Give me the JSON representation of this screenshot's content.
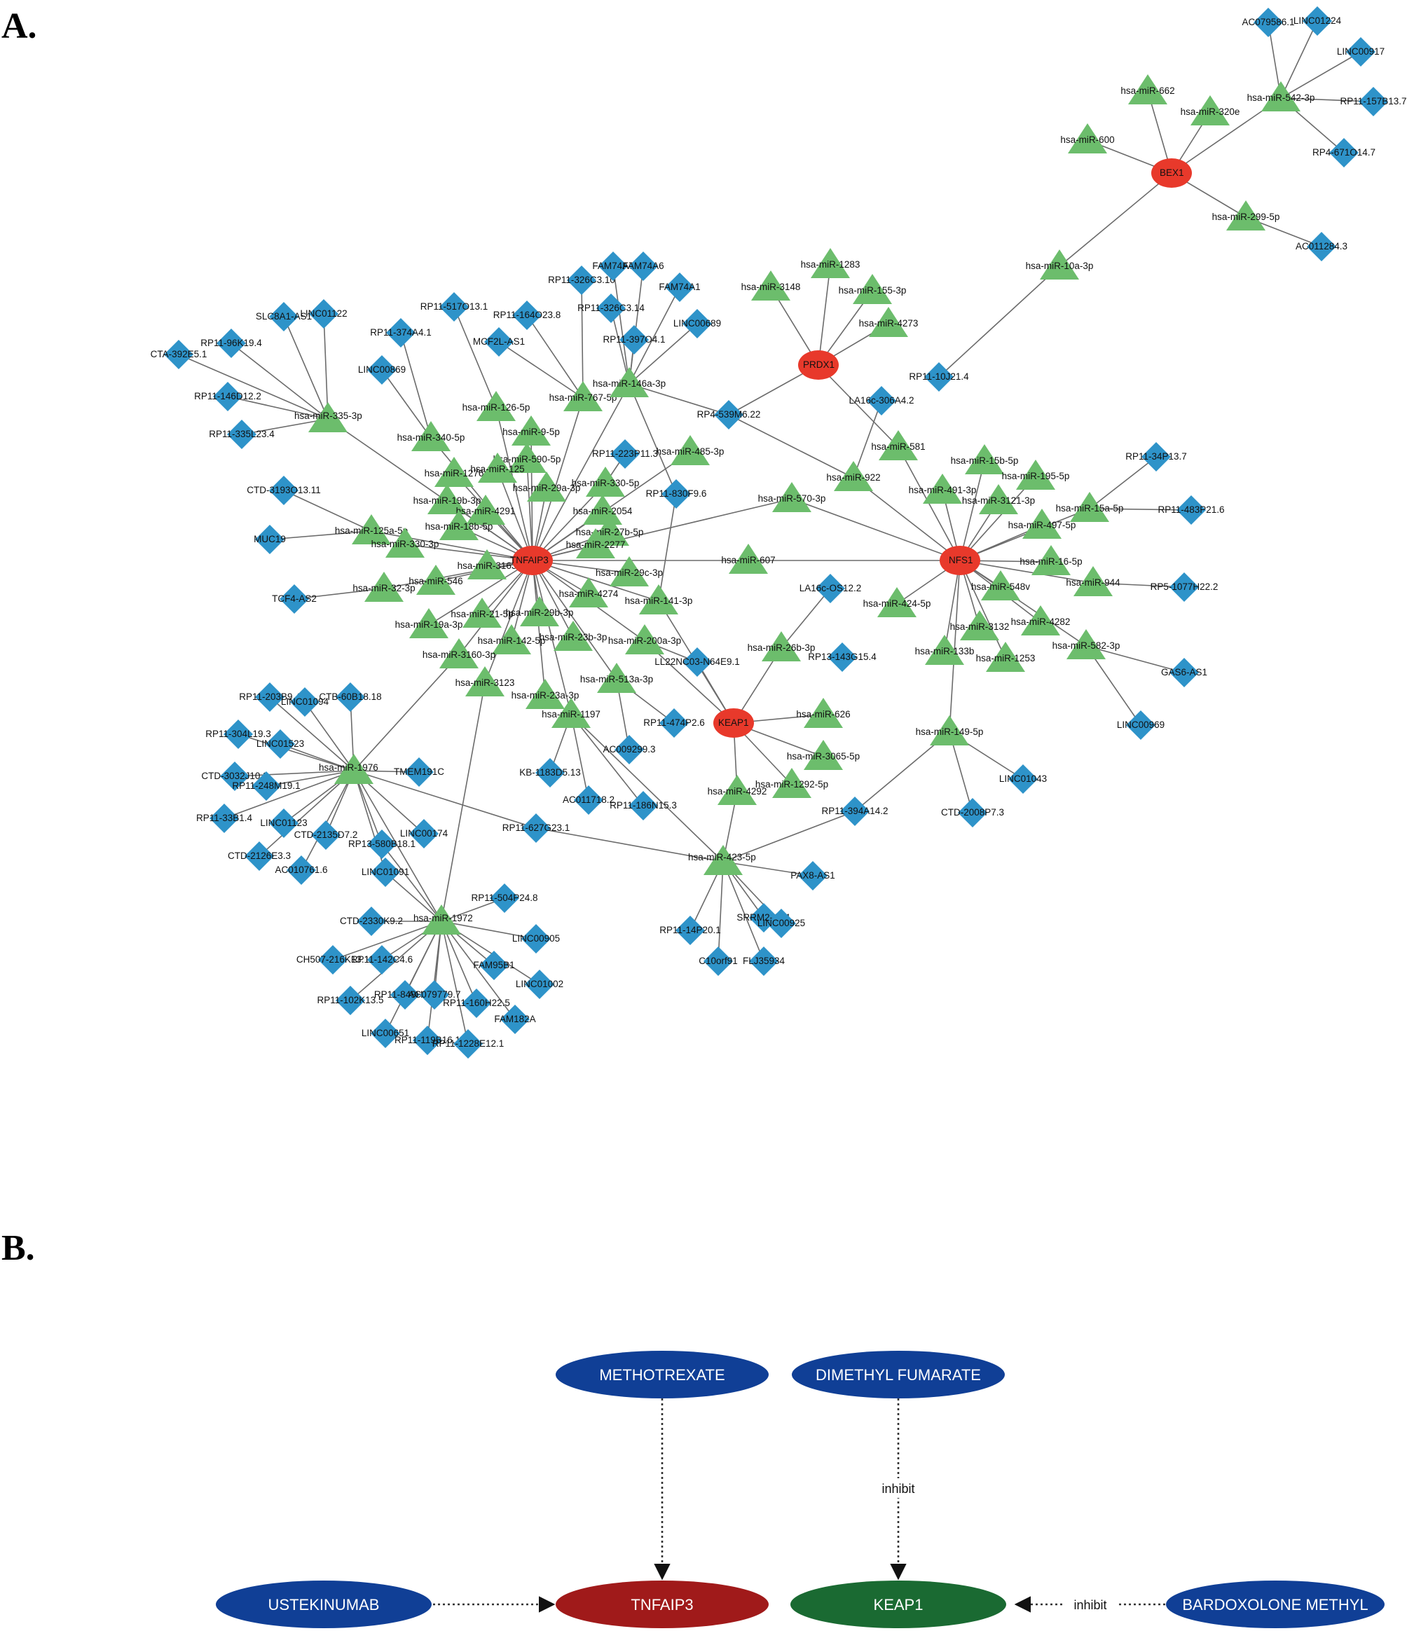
{
  "panel_a_label": "A.",
  "panel_b_label": "B.",
  "colors": {
    "hub": "#e8392b",
    "mirna": "#6cbd6c",
    "lncrna": "#2e93c9",
    "edge": "#6b6b6b",
    "drug": "#103f96",
    "tnfaip3_box": "#a01a1a",
    "keap1_box": "#1a6a32"
  },
  "network": {
    "hubs": [
      "TNFAIP3",
      "NFS1",
      "KEAP1",
      "PRDX1",
      "BEX1"
    ],
    "mirnas": [
      "hsa-miR-662",
      "hsa-miR-320e",
      "hsa-miR-542-3p",
      "hsa-miR-600",
      "hsa-miR-299-5p",
      "hsa-miR-10a-3p",
      "hsa-miR-1283",
      "hsa-miR-3148",
      "hsa-miR-155-3p",
      "hsa-miR-4273",
      "hsa-miR-335-3p",
      "hsa-miR-340-5p",
      "hsa-miR-126-5p",
      "hsa-miR-767-5p",
      "hsa-miR-146a-3p",
      "hsa-miR-9-5p",
      "hsa-miR-485-3p",
      "hsa-miR-590-5p",
      "hsa-miR-1276",
      "hsa-miR-125",
      "hsa-miR-29a-3p",
      "hsa-miR-330-5p",
      "hsa-miR-19b-3p",
      "hsa-miR-4291",
      "hsa-miR-2054",
      "hsa-miR-125a-5p",
      "hsa-miR-18b-5p",
      "hsa-miR-27b-5p",
      "hsa-miR-330-3p",
      "hsa-miR-2277",
      "hsa-miR-3163",
      "hsa-miR-546",
      "hsa-miR-29c-3p",
      "hsa-miR-32-3p",
      "hsa-miR-4274",
      "hsa-miR-141-3p",
      "hsa-miR-21-5p",
      "hsa-miR-19a-3p",
      "hsa-miR-29b-3p",
      "hsa-miR-142-5p",
      "hsa-miR-23b-3p",
      "hsa-miR-200a-3p",
      "hsa-miR-3160-3p",
      "hsa-miR-3123",
      "hsa-miR-23a-3p",
      "hsa-miR-513a-3p",
      "hsa-miR-1197",
      "hsa-miR-607",
      "hsa-miR-570-3p",
      "hsa-miR-922",
      "hsa-miR-581",
      "hsa-miR-15b-5p",
      "hsa-miR-195-5p",
      "hsa-miR-491-3p",
      "hsa-miR-3121-3p",
      "hsa-miR-15a-5p",
      "hsa-miR-497-5p",
      "hsa-miR-16-5p",
      "hsa-miR-944",
      "hsa-miR-548v",
      "hsa-miR-424-5p",
      "hsa-miR-4282",
      "hsa-miR-3132",
      "hsa-miR-582-3p",
      "hsa-miR-133b",
      "hsa-miR-1253",
      "hsa-miR-149-5p",
      "hsa-miR-26b-3p",
      "hsa-miR-626",
      "hsa-miR-3065-5p",
      "hsa-miR-1292-5p",
      "hsa-miR-4292",
      "hsa-miR-1976",
      "hsa-miR-1972",
      "hsa-miR-423-5p"
    ],
    "lncrnas": [
      "AC079586.1",
      "LINC01224",
      "LINC00917",
      "RP11-157B13.7",
      "RP4-671O14.7",
      "AC011284.3",
      "RP11-10J21.4",
      "LA16c-306A4.2",
      "CTA-392E5.1",
      "SLC8A1-AS1",
      "LINC01122",
      "RP11-96K19.4",
      "RP11-146D12.2",
      "RP11-335L23.4",
      "RP11-517O13.1",
      "RP11-374A4.1",
      "LINC00869",
      "RP11-164O23.8",
      "MCF2L-AS1",
      "RP11-326C3.10",
      "FAM74A7",
      "FAM74A6",
      "RP11-326C3.14",
      "FAM74A1",
      "RP11-397O4.1",
      "LINC00689",
      "RP4-539M6.22",
      "RP11-223P11.3",
      "RP11-830F9.6",
      "CTD-3193O13.11",
      "MUC19",
      "TCF4-AS2",
      "RP11-34P13.7",
      "RP11-483P21.6",
      "RP5-1077H22.2",
      "GAS6-AS1",
      "LINC00969",
      "LA16c-OS12.2",
      "RP13-143G15.4",
      "LL22NC03-N64E9.1",
      "RP11-474P2.6",
      "AC009299.3",
      "KB-1183D5.13",
      "AC011718.2",
      "RP11-186N15.3",
      "LINC01043",
      "CTD-2008P7.3",
      "RP11-394A14.2",
      "RP11-627G23.1",
      "PAX8-AS1",
      "SRRM2-AS1",
      "LINC00925",
      "RP11-14P20.1",
      "C10orf91",
      "FLJ35934",
      "RP11-203B9.4",
      "LINC01094",
      "CTB-60B18.18",
      "RP11-304L19.3",
      "LINC01523",
      "TMEM191C",
      "CTD-3032J10.2",
      "RP11-248M19.1",
      "RP11-33B1.4",
      "LINC01123",
      "CTD-2135D7.2",
      "RP13-580B18.1",
      "LINC00174",
      "CTD-2126E3.3",
      "AC010761.6",
      "LINC01091",
      "RP11-504P24.8",
      "CTD-2330K9.2",
      "LINC00905",
      "CH507-216K13.1",
      "RP11-142C4.6",
      "FAM95B1",
      "LINC01002",
      "RP11-102K13.5",
      "RP11-849H4.4",
      "AC079779.7",
      "RP11-160H22.5",
      "FAM182A",
      "LINC00651",
      "RP11-119B16.1",
      "RP11-1228E12.1"
    ]
  },
  "drug_network": {
    "drugs": {
      "methotrexate": "METHOTREXATE",
      "dimethyl_fumarate": "DIMETHYL FUMARATE",
      "ustekinumab": "USTEKINUMAB",
      "bardoxolone": "BARDOXOLONE METHYL"
    },
    "targets": {
      "tnfaip3": "TNFAIP3",
      "keap1": "KEAP1"
    },
    "edge_labels": {
      "dmf_keap1": "inhibit",
      "bardoxolone_keap1": "inhibit"
    }
  }
}
